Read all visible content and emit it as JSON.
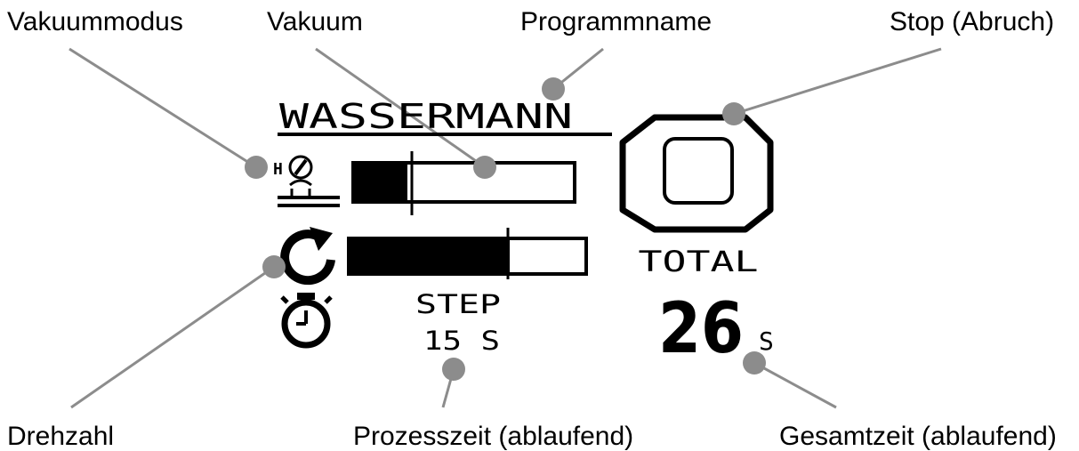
{
  "callouts": {
    "vakuummodus": "Vakuummodus",
    "vakuum": "Vakuum",
    "programmname": "Programmname",
    "stop": "Stop (Abruch)",
    "drehzahl": "Drehzahl",
    "prozesszeit": "Prozesszeit (ablaufend)",
    "gesamtzeit": "Gesamtzeit (ablaufend)"
  },
  "display": {
    "program_name": "WASSERMANN",
    "vacuum_mode_icon": "vacuum-mode-h-icon",
    "rotation_icon": "rotate-arrow-icon",
    "timer_icon": "stopwatch-icon",
    "stop_icon": "stop-square-icon",
    "vacuum_level": 0.24,
    "speed_level": 0.68,
    "step_label": "STEP",
    "step_time": "15 S",
    "total_label": "TOTAL",
    "total_value": "26",
    "total_unit": "S"
  },
  "colors": {
    "leader": "#8c8c8c",
    "lcd": "#000000",
    "background": "#ffffff"
  }
}
